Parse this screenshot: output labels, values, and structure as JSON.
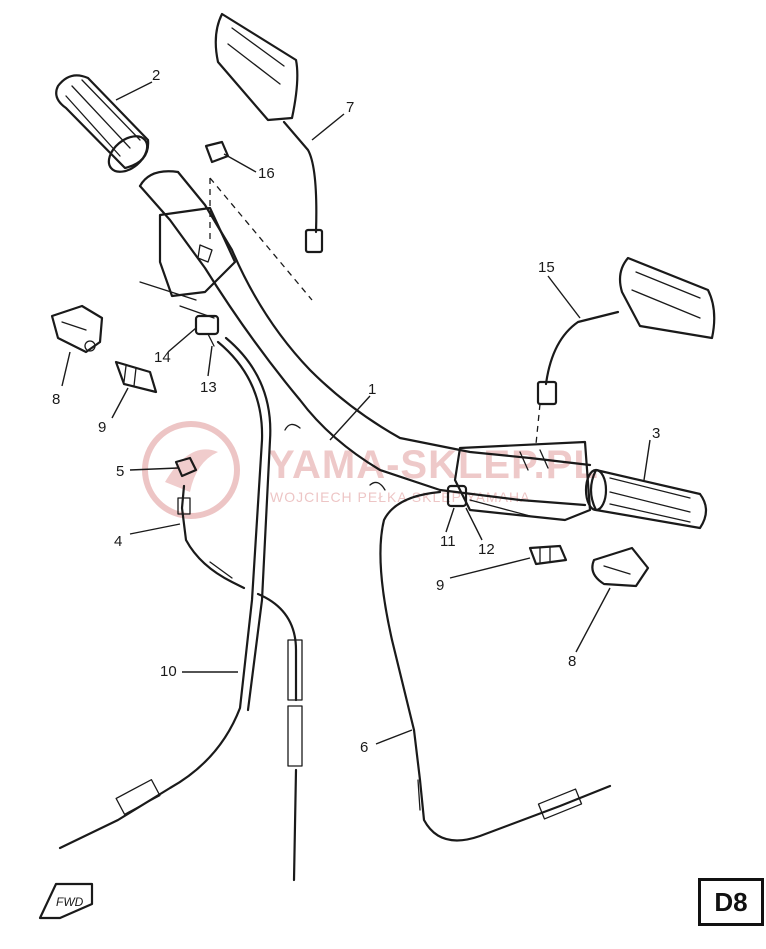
{
  "diagram": {
    "page_code": "D8",
    "fwd_label": "FWD",
    "watermark": {
      "main": "YAMA-SKLEP.PL",
      "sub": "WOJCIECH PEŁKA SKLEP YAMAHA"
    },
    "callouts": {
      "c1": "1",
      "c2": "2",
      "c3": "3",
      "c4": "4",
      "c5": "5",
      "c6": "6",
      "c7": "7",
      "c8a": "8",
      "c8b": "8",
      "c9a": "9",
      "c9b": "9",
      "c10": "10",
      "c11": "11",
      "c12": "12",
      "c13": "13",
      "c14": "14",
      "c15": "15",
      "c16": "16"
    }
  }
}
